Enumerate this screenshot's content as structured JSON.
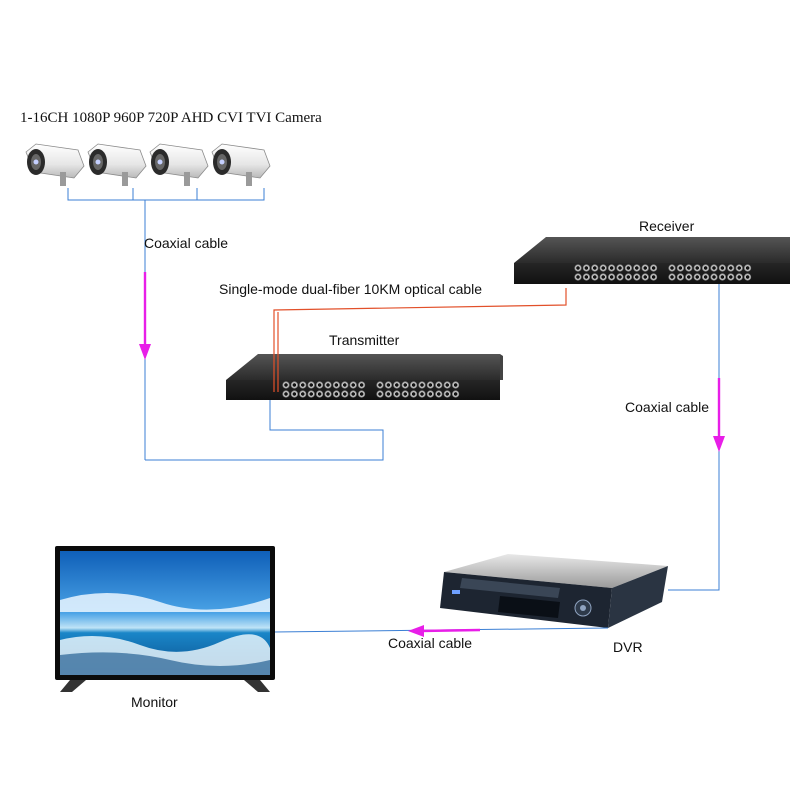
{
  "title": "1-16CH 1080P 960P 720P AHD CVI TVI Camera",
  "labels": {
    "coax_top": "Coaxial cable",
    "optical": "Single-mode dual-fiber 10KM optical cable",
    "receiver": "Receiver",
    "transmitter": "Transmitter",
    "coax_right": "Coaxial cable",
    "coax_bottom": "Coaxial cable",
    "dvr": "DVR",
    "monitor": "Monitor"
  },
  "colors": {
    "coax_line": "#3b7fd4",
    "fiber_line": "#e2502a",
    "arrow": "#e81ee8",
    "device_body": "#2a2a2a",
    "camera_body": "#f2f2f2"
  },
  "icons": [
    "camera-icon",
    "fiber-transmitter-icon",
    "fiber-receiver-icon",
    "dvr-icon",
    "monitor-icon"
  ]
}
